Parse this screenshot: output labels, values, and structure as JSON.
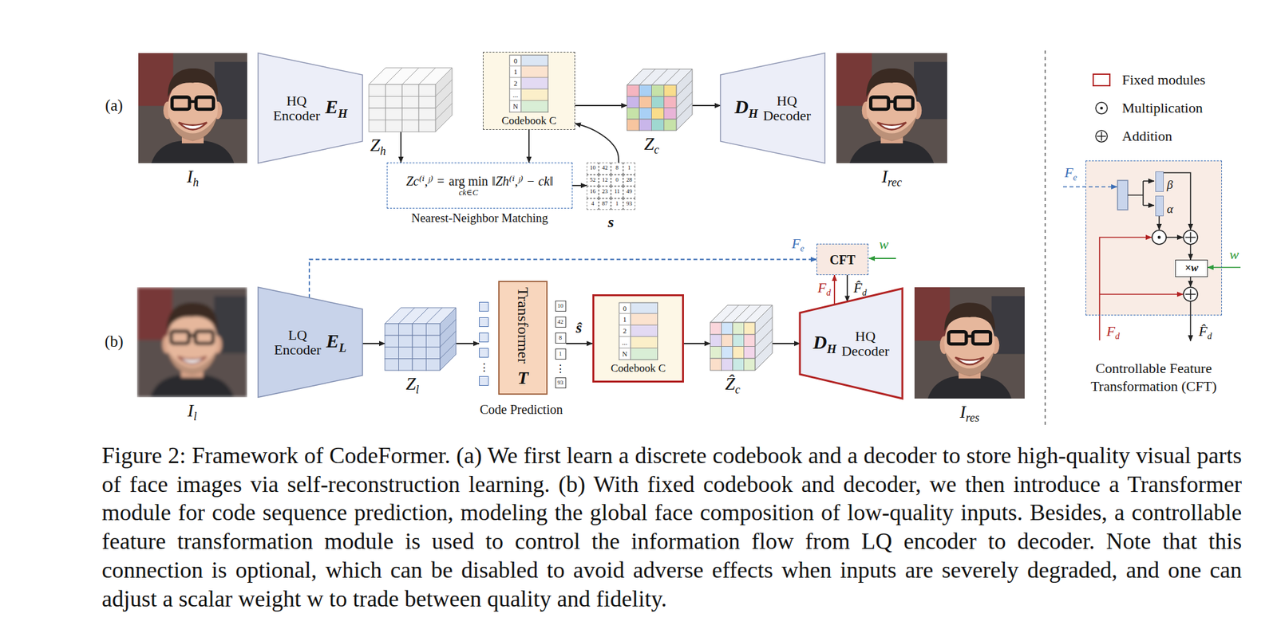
{
  "diagram": {
    "caption": "Figure 2: Framework of CodeFormer. (a) We first learn a discrete codebook and a decoder to store high-quality visual parts of face images via self-reconstruction learning. (b) With fixed codebook and decoder, we then introduce a Transformer module for code sequence prediction, modeling the global face composition of low-quality inputs. Besides, a controllable feature transformation module is used to control the information flow from LQ encoder to decoder. Note that this connection is optional, which can be disabled to avoid adverse effects when inputs are severely degraded, and one can adjust a scalar weight w to trade between quality and fidelity.",
    "nodes": [
      {
        "text": [
          "Ih"
        ]
      },
      {
        "text": [
          "HQ Encoder",
          "EH"
        ]
      },
      {
        "text": [
          "Zh"
        ]
      },
      {
        "text": [
          "0",
          "1",
          "2",
          "...",
          "N",
          "Codebook C"
        ]
      },
      {
        "text": [
          "Zc⁽ⁱ,ʲ⁾ =",
          "arg min",
          "ck∈C",
          "‖Zh⁽ⁱ,ʲ⁾ − ck‖",
          "Nearest-Neighbor Matching"
        ]
      },
      {
        "text": [
          "10",
          "42",
          "8",
          "1",
          "52",
          "12",
          "0",
          "28",
          "16",
          "23",
          "11",
          "49",
          "4",
          "87",
          "1",
          "93",
          "s"
        ]
      },
      {
        "text": [
          "Zc"
        ]
      },
      {
        "text": [
          "DH",
          "HQ Decoder"
        ]
      },
      {
        "text": [
          "Irec"
        ]
      },
      {
        "text": [
          "Il"
        ]
      },
      {
        "text": [
          "LQ Encoder",
          "EL"
        ]
      },
      {
        "text": [
          "Zl"
        ]
      },
      {
        "text": [
          "⋮"
        ]
      },
      {
        "text": [
          "Transformer",
          "T"
        ]
      },
      {
        "text": [
          "10",
          "42",
          "8",
          "1",
          "⋮",
          "93"
        ]
      },
      {
        "text": [
          "0",
          "1",
          "2",
          "...",
          "N",
          "Codebook C"
        ]
      },
      {
        "text": [
          "Ẑc"
        ]
      },
      {
        "text": [
          "DH",
          "HQ Decoder"
        ]
      },
      {
        "text": [
          "CFT"
        ]
      },
      {
        "text": [
          "Ires"
        ]
      },
      {
        "text": [
          "Controllable Feature Transformation (CFT)"
        ]
      },
      {
        "text": [
          "β"
        ],
        "in": 20
      },
      {
        "text": [
          "α"
        ],
        "in": 20
      },
      {
        "text": [
          "×w"
        ],
        "in": 20
      }
    ],
    "edges": [
      {
        "from": 2,
        "to": 4,
        "arrow": "to"
      },
      {
        "from": 3,
        "to": 4,
        "arrow": "to"
      },
      {
        "from": 4,
        "to": 5,
        "arrow": "to"
      },
      {
        "from": 5,
        "to": 3,
        "arrow": "to"
      },
      {
        "from": 3,
        "to": 6,
        "arrow": "to"
      },
      {
        "from": 6,
        "to": 7,
        "arrow": "to"
      },
      {
        "from": 10,
        "to": 11,
        "arrow": "to"
      },
      {
        "from": 11,
        "to": 12,
        "arrow": "to"
      },
      {
        "from": 14,
        "to": 15,
        "label": "ŝ",
        "arrow": "to"
      },
      {
        "from": 15,
        "to": 16,
        "arrow": "to"
      },
      {
        "from": 16,
        "to": 17,
        "arrow": "to"
      },
      {
        "from": 10,
        "to": 18,
        "label": "Fe",
        "arrow": "to"
      },
      {
        "from": 17,
        "to": 18,
        "label": "Fd",
        "arrow": "to"
      },
      {
        "from": 18,
        "to": 17,
        "label": "F̂d",
        "arrow": "to"
      }
    ],
    "labels": [
      "(a)",
      "(b)",
      "Code Prediction",
      "w",
      "Fe",
      "w",
      "Fd",
      "F̂d"
    ],
    "legend": [
      {
        "text": "Fixed modules"
      },
      {
        "text": "Multiplication"
      },
      {
        "text": "Addition"
      }
    ]
  }
}
